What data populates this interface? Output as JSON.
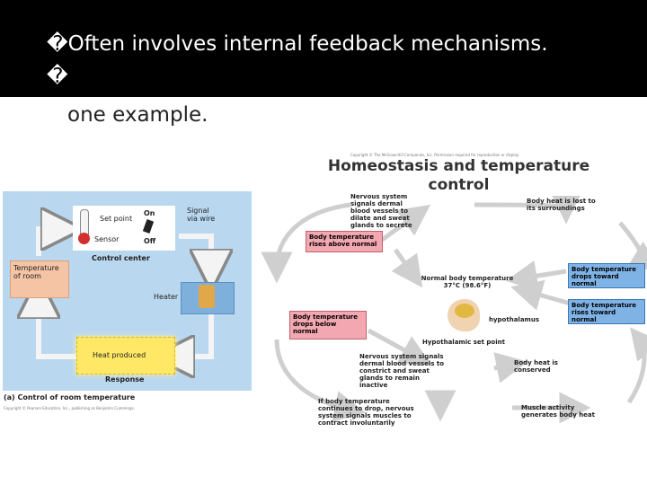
{
  "slide": {
    "bullets": [
      {
        "marker": "�",
        "text": "Often involves internal feedback mechanisms."
      },
      {
        "marker": "�",
        "text": ""
      }
    ],
    "continuation": "one example."
  },
  "left_diagram": {
    "set_point": "Set point",
    "sensor": "Sensor",
    "on": "On",
    "off": "Off",
    "signal": "Signal via wire",
    "control_center": "Control center",
    "heater": "Heater",
    "temperature_of_room": "Temperature of room",
    "heat_produced": "Heat produced",
    "response": "Response",
    "caption": "(a) Control of room temperature",
    "copyright": "Copyright © Pearson Education, Inc., publishing as Benjamin Cummings."
  },
  "right_diagram": {
    "copyright": "Copyright © The McGraw-Hill Companies, Inc. Permission required for reproduction or display.",
    "title": "Homeostasis and temperature control",
    "nervous_dilate": "Nervous system signals dermal blood vessels to dilate and sweat glands to secrete",
    "heat_lost": "Body heat is lost to its surroundings",
    "rises_above": "Body temperature rises above normal",
    "normal_temp": "Normal body temperature 37°C (98.6°F)",
    "drops_toward": "Body temperature drops toward normal",
    "rises_toward": "Body temperature rises toward normal",
    "drops_below": "Body temperature drops below normal",
    "hypothalamus": "hypothalamus",
    "set_point": "Hypothalamic set point",
    "nervous_constrict": "Nervous system signals dermal blood vessels to constrict and sweat glands to remain inactive",
    "heat_conserved": "Body heat is conserved",
    "continues_drop": "If body temperature continues to drop, nervous system signals muscles to contract involuntarily",
    "muscle_activity": "Muscle activity generates body heat"
  },
  "colors": {
    "left_bg": "#b9d7ef",
    "room_box": "#f4c4a4",
    "heat_box": "#ffe866",
    "heater_box": "#7fb0dc",
    "pink_box": "#f3a7b1",
    "blue_box": "#7fb3e6",
    "arrow": "#d6d6d6"
  }
}
